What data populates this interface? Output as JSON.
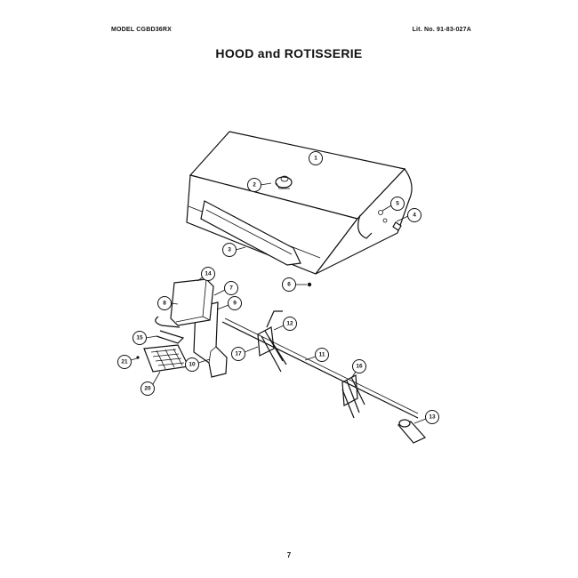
{
  "header": {
    "model": "MODEL CGBD36RX",
    "lit_no": "Lit. No. 91-83-027A"
  },
  "title": "HOOD and ROTISSERIE",
  "page_number": "7",
  "callouts": [
    {
      "id": "callout-1",
      "label": "1"
    },
    {
      "id": "callout-2",
      "label": "2"
    },
    {
      "id": "callout-3",
      "label": "3"
    },
    {
      "id": "callout-4",
      "label": "4"
    },
    {
      "id": "callout-5",
      "label": "5"
    },
    {
      "id": "callout-6",
      "label": "6"
    },
    {
      "id": "callout-7",
      "label": "7"
    },
    {
      "id": "callout-8",
      "label": "8"
    },
    {
      "id": "callout-9",
      "label": "9"
    },
    {
      "id": "callout-10",
      "label": "10"
    },
    {
      "id": "callout-11",
      "label": "11"
    },
    {
      "id": "callout-12",
      "label": "12"
    },
    {
      "id": "callout-13",
      "label": "13"
    },
    {
      "id": "callout-14",
      "label": "14"
    },
    {
      "id": "callout-15",
      "label": "15"
    },
    {
      "id": "callout-16",
      "label": "16"
    },
    {
      "id": "callout-17",
      "label": "17"
    },
    {
      "id": "callout-20",
      "label": "20"
    },
    {
      "id": "callout-21",
      "label": "21"
    }
  ]
}
